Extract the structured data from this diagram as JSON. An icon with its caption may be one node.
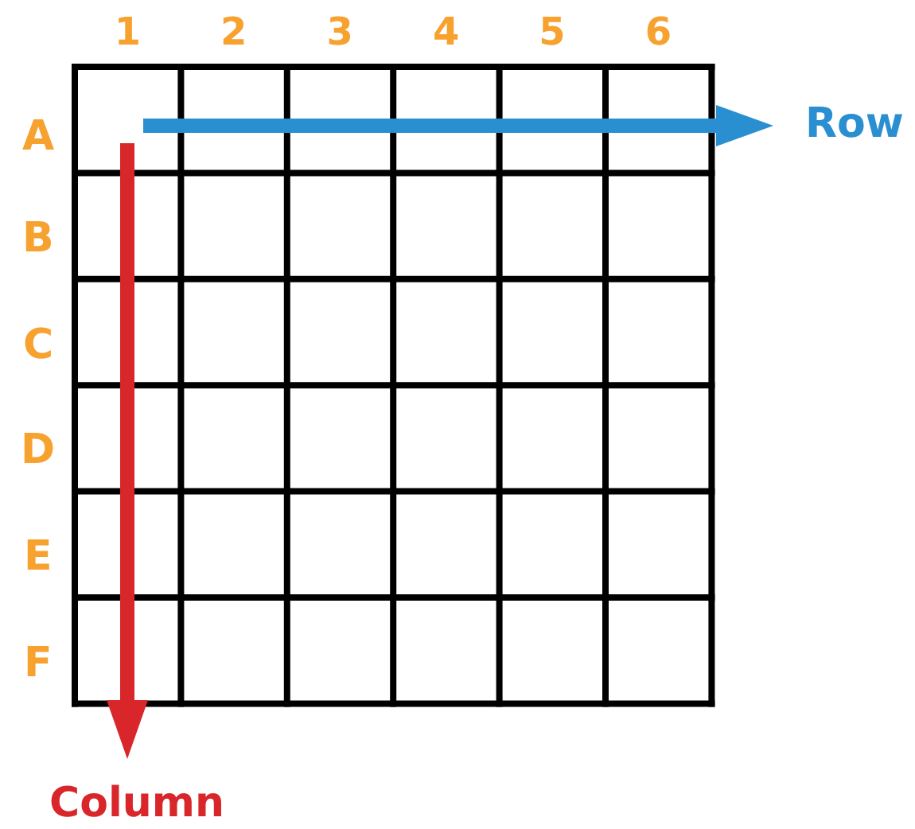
{
  "diagram": {
    "labels": [
      "1",
      "2",
      "3",
      "4",
      "5",
      "6",
      "A",
      "Row",
      "B",
      "C",
      "D",
      "E",
      "F",
      "Column"
    ]
  }
}
